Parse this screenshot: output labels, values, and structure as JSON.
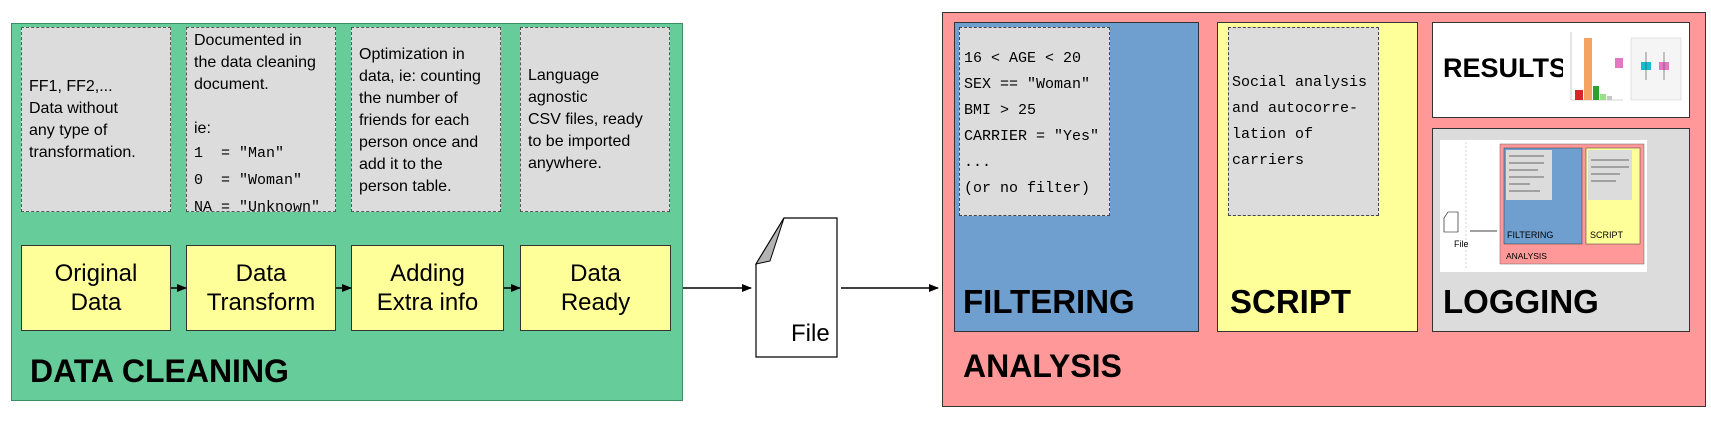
{
  "data_cleaning": {
    "title": "DATA CLEANING",
    "notes": [
      [
        "FF1, FF2,...",
        "Data without",
        "any type of",
        "transformation."
      ],
      [
        "Documented in",
        "the data cleaning",
        "document.",
        "",
        "ie:"
      ],
      [
        "Optimization in",
        "data, ie: counting",
        "the number of",
        "friends for each",
        "person once and",
        "add it to the",
        "person table."
      ],
      [
        "Language",
        "agnostic",
        "CSV files, ready",
        "to be imported",
        "anywhere."
      ]
    ],
    "mapping_lines": [
      "1  = \"Man\"",
      "0  = \"Woman\"",
      "NA = \"Unknown\""
    ],
    "stages": [
      [
        "Original",
        "Data"
      ],
      [
        "Data",
        "Transform"
      ],
      [
        "Adding",
        "Extra info"
      ],
      [
        "Data",
        "Ready"
      ]
    ]
  },
  "file_label": "File",
  "analysis": {
    "title": "ANALYSIS",
    "filtering": {
      "title": "FILTERING",
      "lines": [
        "16 < AGE < 20",
        "SEX == \"Woman\"",
        "BMI > 25",
        "CARRIER = \"Yes\"",
        "...",
        "(or no filter)"
      ]
    },
    "script": {
      "title": "SCRIPT",
      "lines": [
        "Social analysis",
        "and autocorre-",
        "lation of",
        "carriers"
      ]
    },
    "results": {
      "title": "RESULTS"
    },
    "logging": {
      "title": "LOGGING",
      "thumb_file": "File",
      "thumb_filtering": "FILTERING",
      "thumb_script": "SCRIPT",
      "thumb_analysis": "ANALYSIS"
    }
  },
  "colors": {
    "cleaning_bg": "#66cc99",
    "analysis_bg": "#ff9999",
    "filtering_bg": "#6f9fce",
    "script_bg": "#ffff99",
    "note_bg": "#dcdcdc",
    "stage_bg": "#ffff99"
  }
}
